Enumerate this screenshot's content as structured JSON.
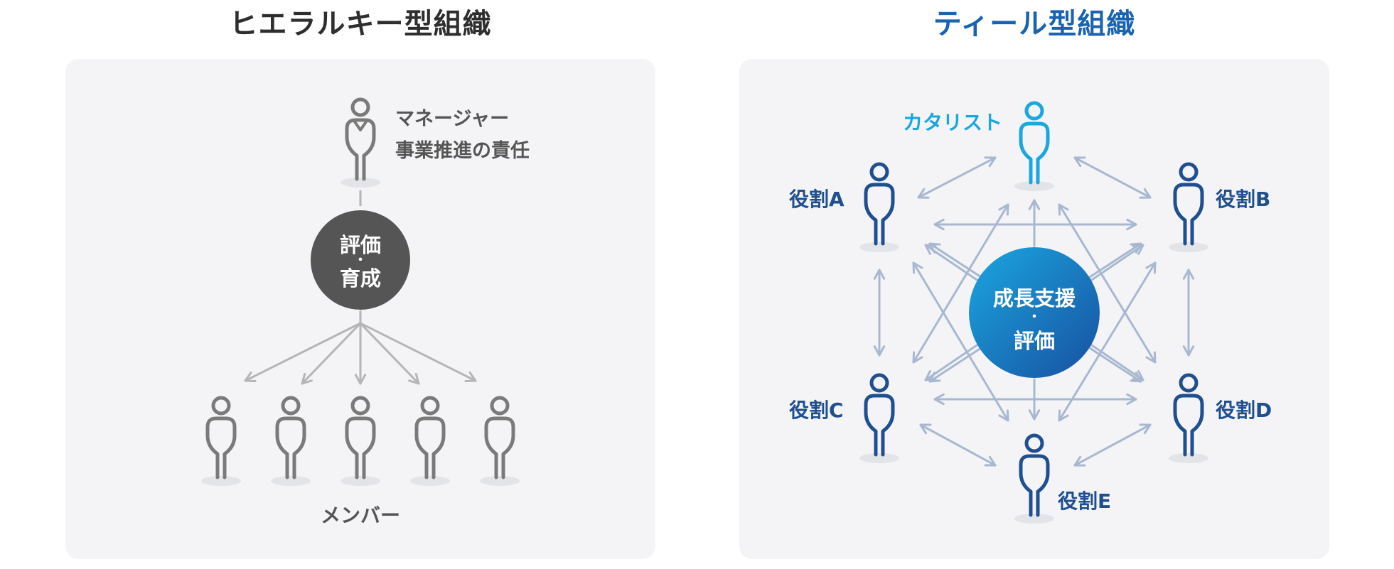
{
  "hierarchy": {
    "title": "ヒエラルキー型組織",
    "manager": {
      "role": "マネージャー",
      "responsibility": "事業推進の責任"
    },
    "hub": {
      "line1": "評価",
      "dot": "・",
      "line2": "育成"
    },
    "members_label": "メンバー",
    "member_count": 5
  },
  "teal": {
    "title": "ティール型組織",
    "catalyst": "カタリスト",
    "hub": {
      "line1": "成長支援",
      "dot": "・",
      "line2": "評価"
    },
    "roles": [
      "役割A",
      "役割B",
      "役割C",
      "役割D",
      "役割E"
    ]
  },
  "colors": {
    "dark_text": "#2e2e2e",
    "gray_person": "#7a7a7a",
    "dark_circle": "#555555",
    "teal_title": "#1a63b0",
    "catalyst": "#1aa7e0",
    "role_blue": "#1f4f8f",
    "arrow_blue": "#a8b8d0",
    "arrow_gray": "#b5b5b5"
  }
}
